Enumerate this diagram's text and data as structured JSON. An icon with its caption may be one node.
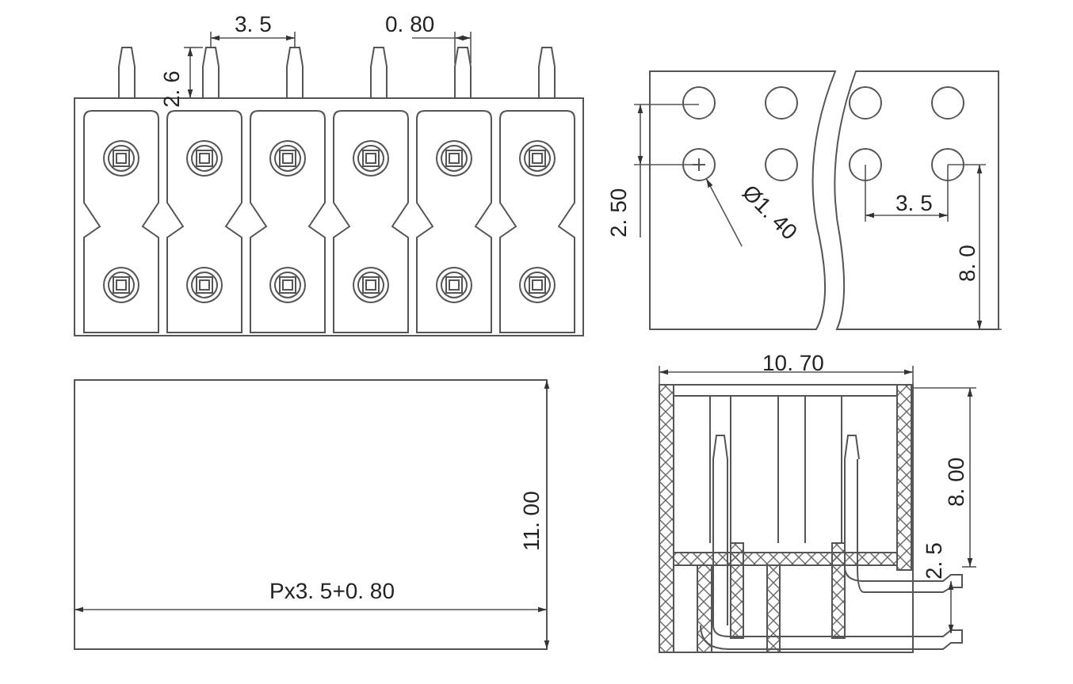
{
  "diagram": {
    "nodes": [
      {
        "text": [
          "Ø1. 40"
        ]
      },
      {
        "text": [],
        "shape": "circle"
      }
    ],
    "edges": [
      {
        "from": 0,
        "to": 1,
        "arrow": "to"
      }
    ],
    "labels": [
      "3. 5",
      "0. 80",
      "2. 6",
      "2. 50",
      "3. 5",
      "8. 0",
      "10. 70",
      "8. 00",
      "11. 00",
      "2. 5",
      "Px3. 5+0. 80"
    ]
  }
}
